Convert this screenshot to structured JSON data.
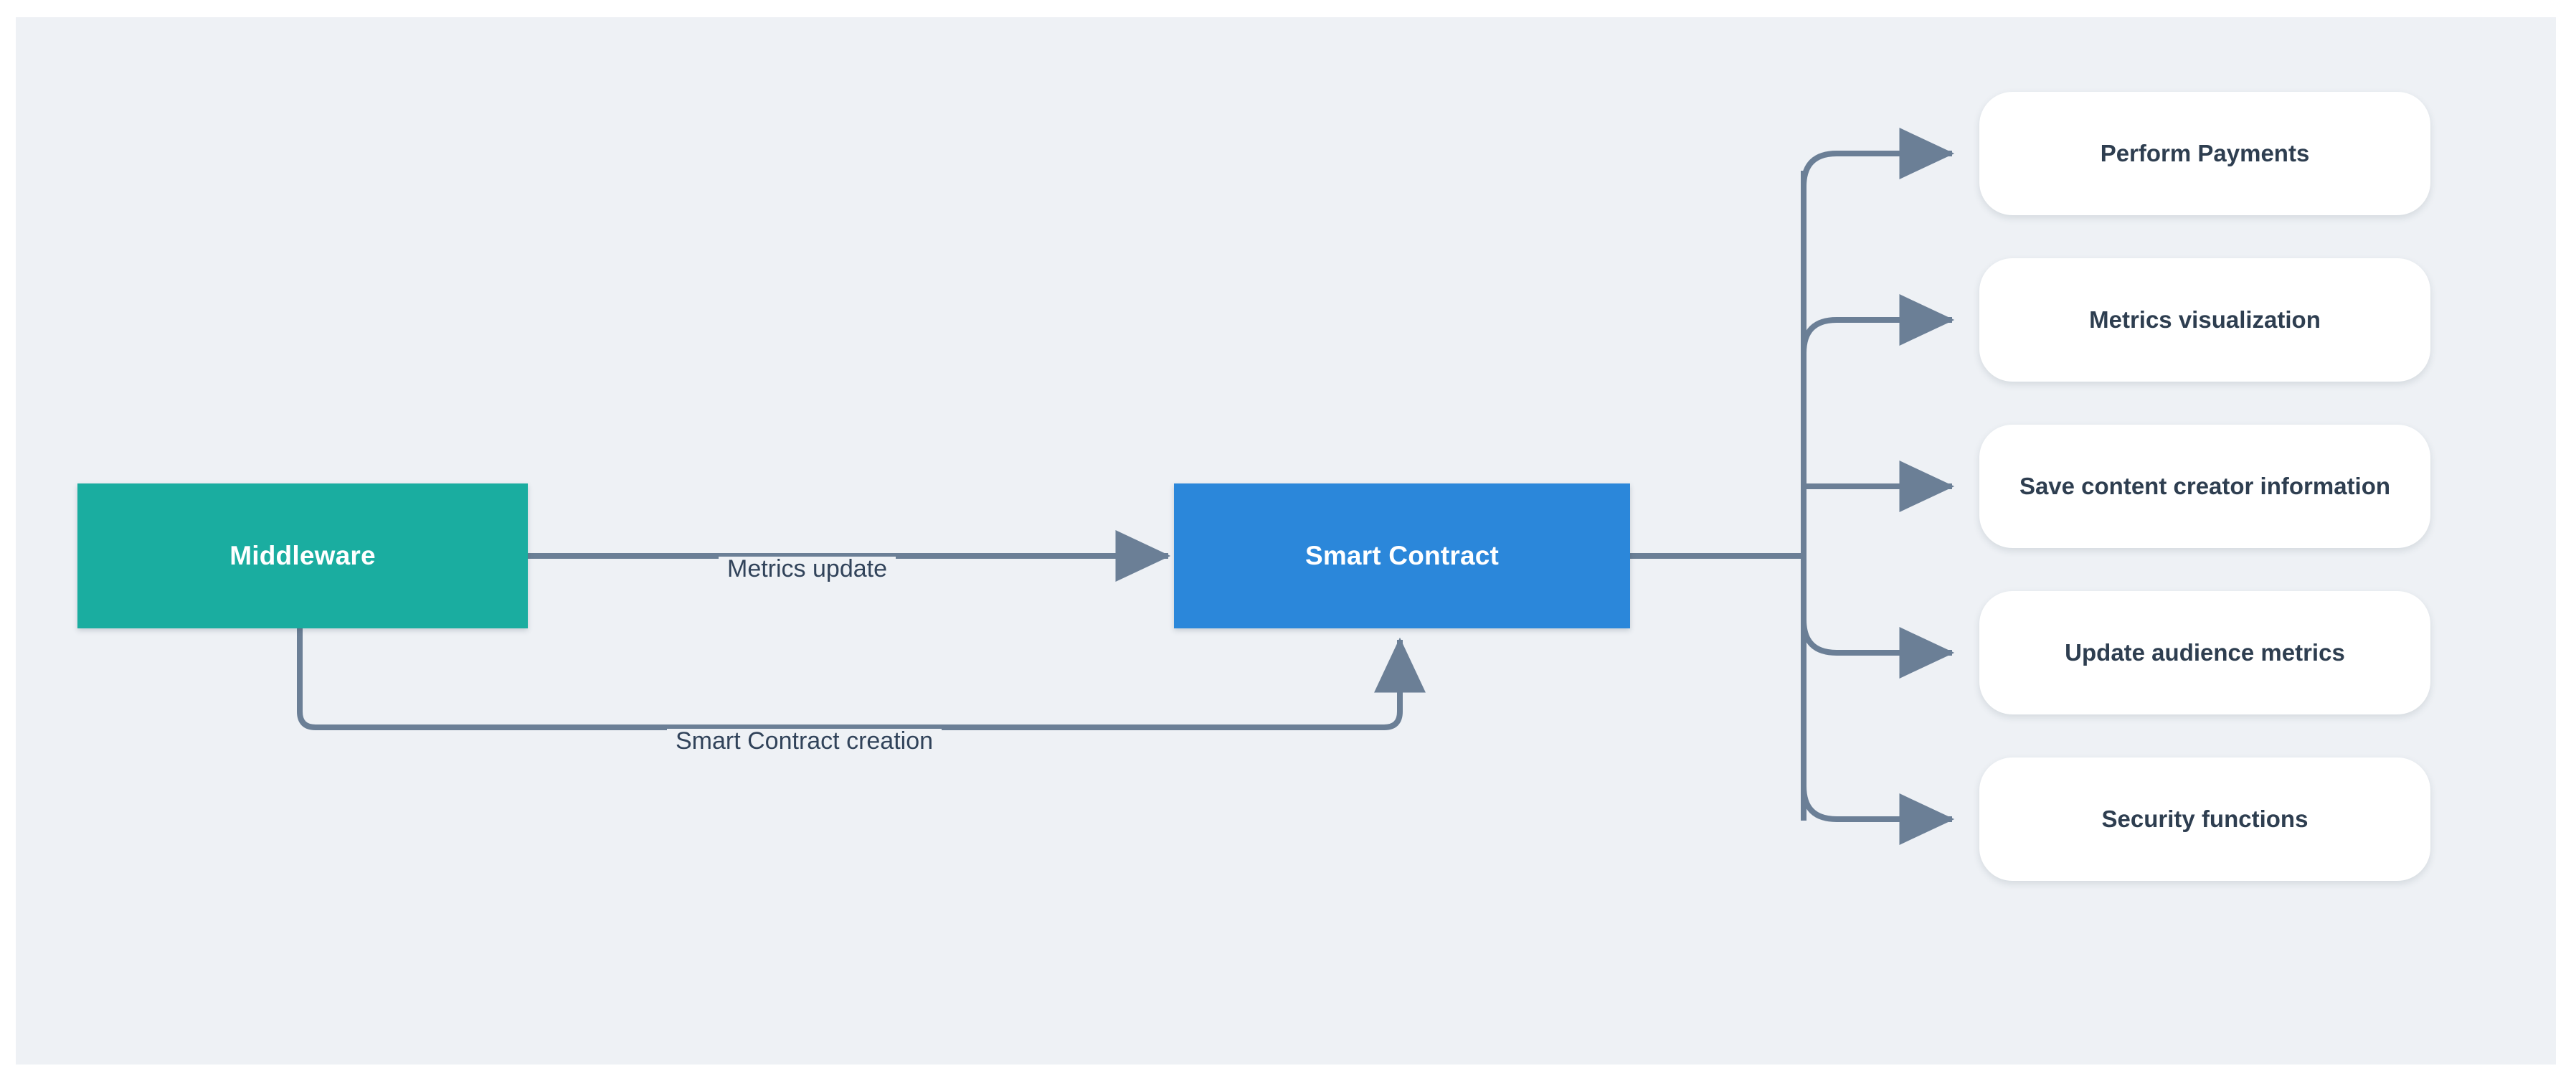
{
  "diagram": {
    "type": "flow-diagram",
    "background_color": "#eef1f5",
    "nodes": [
      {
        "id": "middleware",
        "label": "Middleware",
        "shape": "rectangle",
        "fill": "#1aada0",
        "text_color": "#ffffff"
      },
      {
        "id": "smart-contract",
        "label": "Smart Contract",
        "shape": "rectangle",
        "fill": "#2b87da",
        "text_color": "#ffffff"
      }
    ],
    "output_cards": [
      {
        "id": "perform-payments",
        "label": "Perform Payments"
      },
      {
        "id": "metrics-visualization",
        "label": "Metrics visualization"
      },
      {
        "id": "save-content-creator-information",
        "label": "Save content creator information"
      },
      {
        "id": "update-audience-metrics",
        "label": "Update audience metrics"
      },
      {
        "id": "security-functions",
        "label": "Security functions"
      }
    ],
    "edges": [
      {
        "id": "metrics-update",
        "from": "middleware",
        "to": "smart-contract",
        "label": "Metrics update",
        "direction": "right"
      },
      {
        "id": "smart-contract-creation",
        "from": "middleware",
        "to": "smart-contract",
        "label": "Smart Contract creation",
        "direction": "right-up"
      }
    ],
    "colors": {
      "connector": "#6b7f96",
      "card_text": "#2e3e50",
      "edge_label_text": "#31435a",
      "card_background": "#ffffff"
    }
  }
}
